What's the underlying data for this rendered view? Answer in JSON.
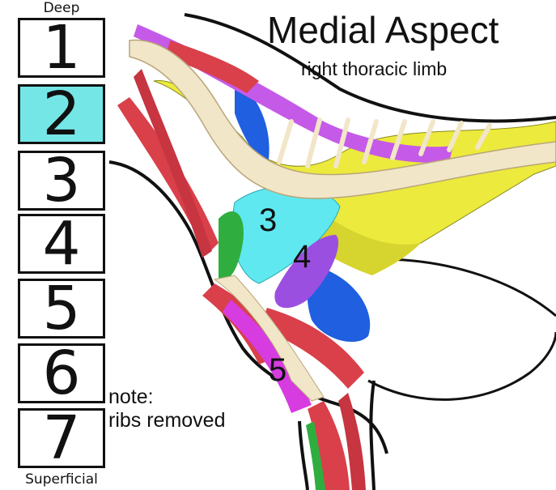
{
  "title": "Medial Aspect",
  "subtitle": "right thoracic limb",
  "layer_selector": {
    "top_label": "Deep",
    "bottom_label": "Superficial",
    "layers": [
      "1",
      "2",
      "3",
      "4",
      "5",
      "6",
      "7"
    ],
    "selected": "2"
  },
  "note": [
    "note:",
    "ribs removed"
  ],
  "muscle_labels": [
    "3",
    "4",
    "5"
  ],
  "colors": {
    "selected_layer": "#74e6e6",
    "bone": "#f1e6c8",
    "yellow_muscle": "#ecea3c",
    "red_muscle": "#d9404a",
    "purple_muscle": "#9b4fe0",
    "magenta_muscle": "#d63ce0",
    "blue_muscle": "#1f5fe0",
    "cyan_muscle": "#5fe8f0",
    "green_muscle": "#2fae3f"
  }
}
